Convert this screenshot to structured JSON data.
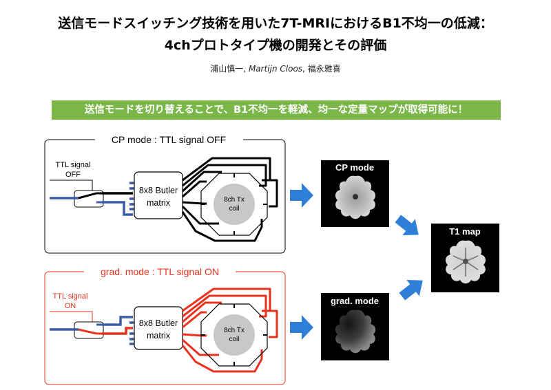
{
  "title_line1": "送信モードスイッチング技術を用いた7T-MRIにおけるB1不均一の低減：",
  "title_line2": "4chプロトタイプ機の開発とその評価",
  "authors": {
    "author1": "浦山慎一",
    "sep1": ", ",
    "author2": "Martijn Cloos",
    "sep2": ", ",
    "author3": "福永雅喜"
  },
  "banner": "送信モードを切り替えることで、B1不均一を軽減、均一な定量マップが取得可能に！",
  "panels": {
    "cp": {
      "header": "CP mode : TTL signal OFF",
      "ttl_line1": "TTL signal",
      "ttl_line2": "OFF",
      "butler_line1": "8x8 Butler",
      "butler_line2": "matrix",
      "coil_line1": "8ch Tx",
      "coil_line2": "coil",
      "color": "#000000"
    },
    "grad": {
      "header": "grad. mode : TTL signal ON",
      "ttl_line1": "TTL signal",
      "ttl_line2": "ON",
      "butler_line1": "8x8 Butler",
      "butler_line2": "matrix",
      "coil_line1": "8ch Tx",
      "coil_line2": "coil",
      "color": "#e8321e"
    }
  },
  "images": {
    "cp_label": "CP mode",
    "grad_label": "grad. mode",
    "t1_label": "T1 map"
  },
  "colors": {
    "banner": "#7ab648",
    "arrow": "#2f7fd8",
    "input_line": "#3c5aa6",
    "red": "#e8321e"
  }
}
